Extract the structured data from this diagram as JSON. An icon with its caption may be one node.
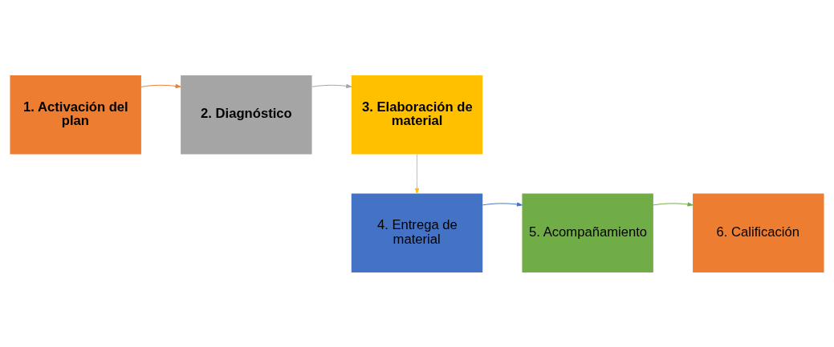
{
  "diagram": {
    "nodes": [
      {
        "text": [
          "1. Activación del plan"
        ]
      },
      {
        "text": [
          "2. Diagnóstico"
        ]
      },
      {
        "text": [
          "3. Elaboración de material"
        ]
      },
      {
        "text": [
          "4. Entrega de material"
        ]
      },
      {
        "text": [
          "5. Acompañamiento"
        ]
      },
      {
        "text": [
          "6. Calificación"
        ]
      }
    ],
    "edges": [
      {
        "from": 0,
        "to": 1,
        "arrow": "to",
        "color": "#ed7d31"
      },
      {
        "from": 1,
        "to": 2,
        "arrow": "to",
        "color": "#a5a5a5"
      },
      {
        "from": 2,
        "to": 3,
        "arrow": "to",
        "color": "#ffc000"
      },
      {
        "from": 3,
        "to": 4,
        "arrow": "to",
        "color": "#4472c4"
      },
      {
        "from": 4,
        "to": 5,
        "arrow": "to",
        "color": "#70ad47"
      }
    ]
  }
}
